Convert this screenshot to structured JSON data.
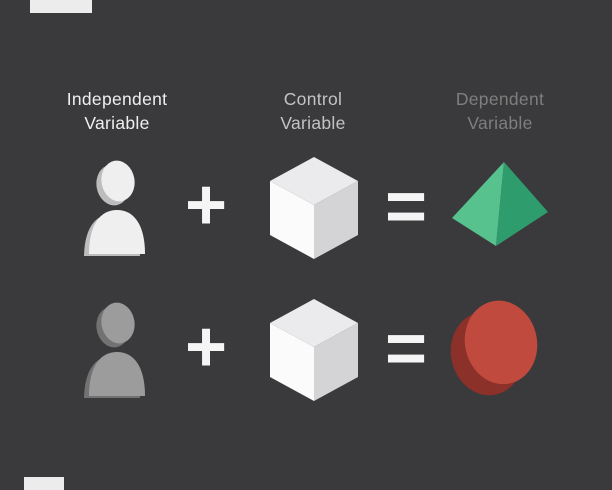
{
  "canvas": {
    "bg": "#3a3a3c"
  },
  "headers": [
    {
      "line1": "Independent",
      "line2": "Variable",
      "color": "#efefef"
    },
    {
      "line1": "Control",
      "line2": "Variable",
      "color": "#c3c3c3"
    },
    {
      "line1": "Dependent",
      "line2": "Variable",
      "color": "#7e7e7e"
    }
  ],
  "operators": {
    "plus": "+",
    "equals": "="
  },
  "rows": [
    {
      "person": "light-person",
      "result": "green-pyramid"
    },
    {
      "person": "dark-person",
      "result": "red-disc"
    }
  ],
  "colors": {
    "background": "#3a3a3c",
    "symbol": "#f5f5f5",
    "cube_top": "#ebebed",
    "cube_left": "#fbfbfb",
    "cube_right": "#d4d4d7",
    "pyramid_light": "#57c28e",
    "pyramid_dark": "#2f9c6d",
    "disc_face": "#bf4a3d",
    "disc_rim": "#8c3129",
    "person_light_main": "#efefef",
    "person_light_shade": "#bdbdbd",
    "person_dark_main": "#9c9c9c",
    "person_dark_shade": "#727272",
    "artifact": "#ececec"
  }
}
